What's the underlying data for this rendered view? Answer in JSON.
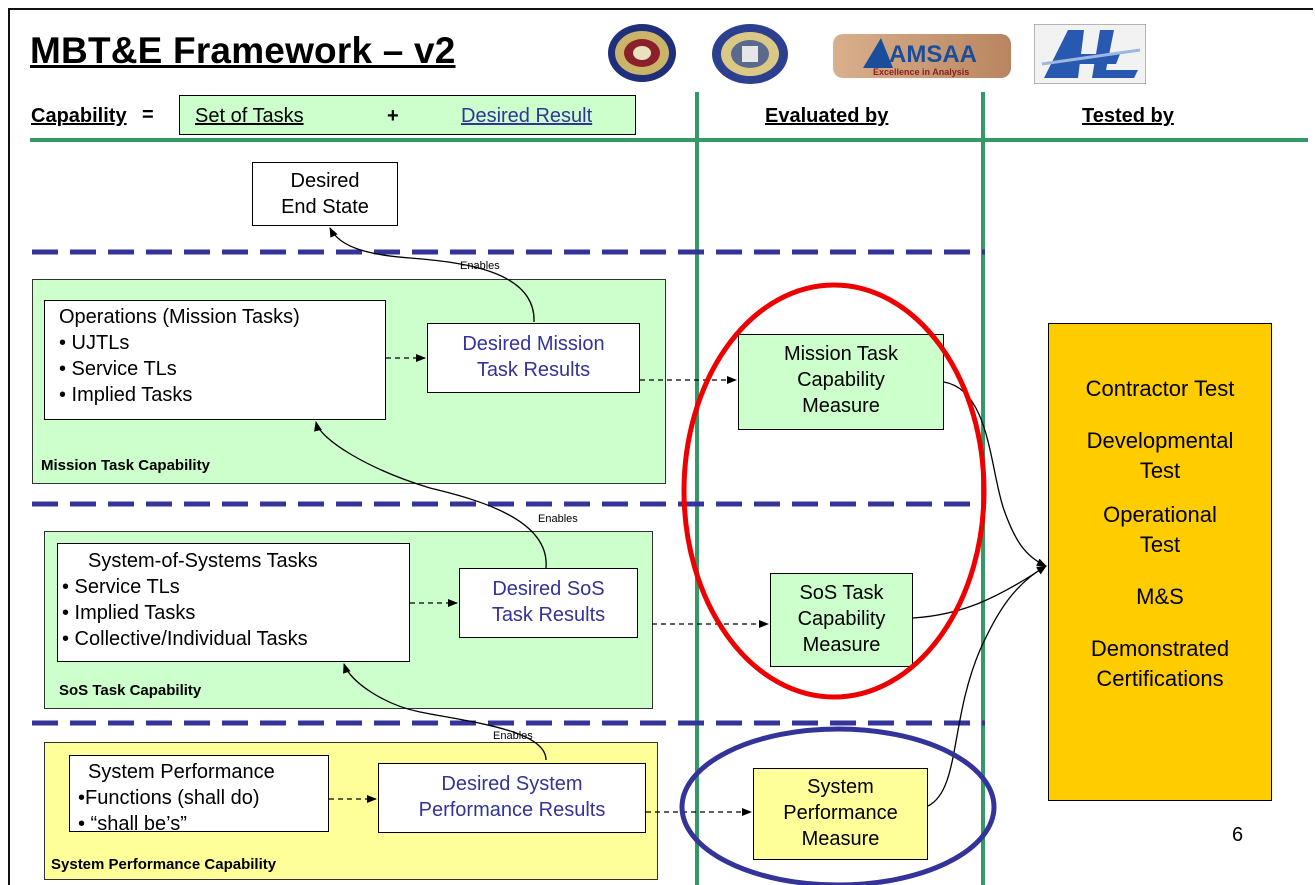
{
  "slide": {
    "title": "MBT&E Framework – v2",
    "page_number": "6"
  },
  "logos": [
    {
      "name": "seal-logo-1"
    },
    {
      "name": "seal-logo-2"
    },
    {
      "name": "amsaa-logo",
      "text": "AMSAA",
      "subtext": "Excellence in Analysis"
    },
    {
      "name": "arl-logo",
      "text": "ARL"
    }
  ],
  "header": {
    "capability": "Capability",
    "equals": "=",
    "set_of_tasks": "Set of Tasks",
    "plus": "+",
    "desired_result": "Desired Result",
    "evaluated_by": "Evaluated by",
    "tested_by": "Tested by"
  },
  "end_state": {
    "line1": "Desired",
    "line2": "End State"
  },
  "enables_label": "Enables",
  "mission": {
    "panel_label": "Mission Task Capability",
    "tasks_title": "Operations (Mission Tasks)",
    "tasks": [
      "• UJTLs",
      "• Service TLs",
      "• Implied Tasks"
    ],
    "result_line1": "Desired Mission",
    "result_line2": "Task Results",
    "measure": [
      "Mission Task",
      "Capability",
      "Measure"
    ]
  },
  "sos": {
    "panel_label": "SoS Task Capability",
    "tasks_title": "System-of-Systems Tasks",
    "tasks": [
      "• Service TLs",
      "• Implied Tasks",
      "• Collective/Individual Tasks"
    ],
    "result_line1": "Desired SoS",
    "result_line2": "Task Results",
    "measure": [
      "SoS Task",
      "Capability",
      "Measure"
    ]
  },
  "system": {
    "panel_label": "System Performance Capability",
    "tasks_title": "System Performance",
    "tasks": [
      "•Functions (shall do)",
      "• “shall be’s”"
    ],
    "result_line1": "Desired System",
    "result_line2": "Performance Results",
    "measure": [
      "System",
      "Performance",
      "Measure"
    ]
  },
  "tests": [
    "Contractor Test",
    "Developmental",
    "Test",
    "Operational",
    "Test",
    "M&S",
    "Demonstrated",
    "Certifications"
  ],
  "colors": {
    "green_line": "#339966",
    "dash_blue": "#333399",
    "green_fill": "#ccffcc",
    "yellow_fill": "#ffff99",
    "orange_fill": "#ffcc00",
    "red_ellipse": "#ee0000",
    "blue_ellipse": "#333399"
  }
}
